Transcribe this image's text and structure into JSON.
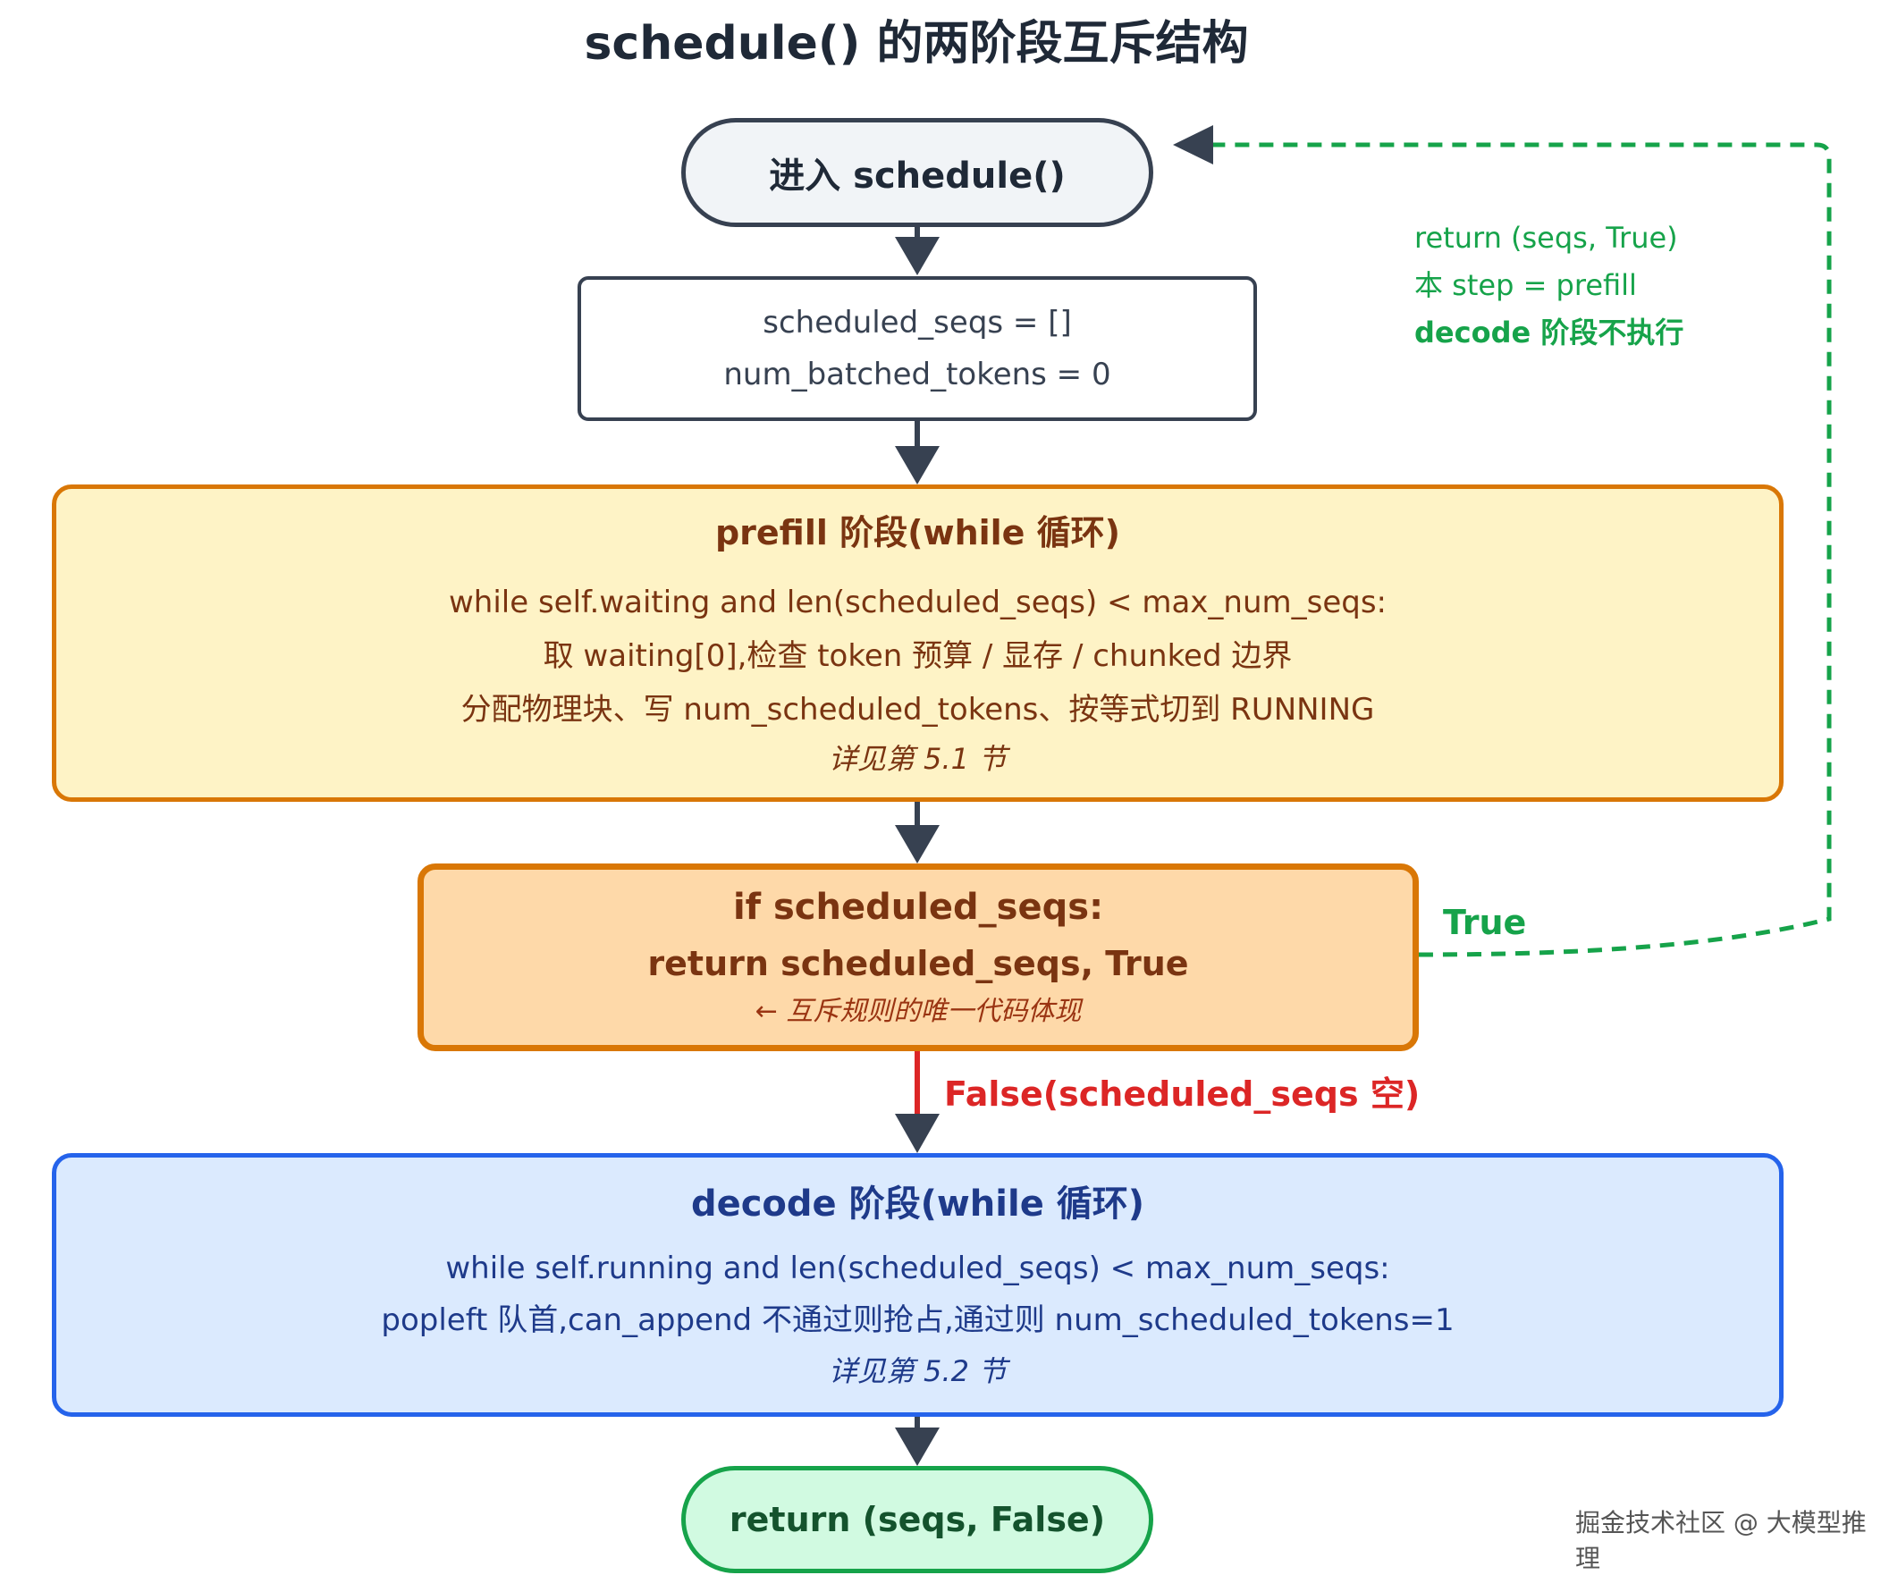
{
  "title": "schedule() 的两阶段互斥结构",
  "nodes": {
    "start": "进入 schedule()",
    "init": {
      "line1": "scheduled_seqs = []",
      "line2": "num_batched_tokens = 0"
    },
    "prefill": {
      "heading": "prefill 阶段(while 循环)",
      "line1": "while self.waiting and len(scheduled_seqs) < max_num_seqs:",
      "line2": "取 waiting[0],检查 token 预算 / 显存 / chunked 边界",
      "line3": "分配物理块、写 num_scheduled_tokens、按等式切到 RUNNING",
      "note": "详见第 5.1 节"
    },
    "check": {
      "heading": "if scheduled_seqs:",
      "line": "return scheduled_seqs, True",
      "note": "← 互斥规则的唯一代码体现"
    },
    "decode": {
      "heading": "decode 阶段(while 循环)",
      "line1": "while self.running and len(scheduled_seqs) < max_num_seqs:",
      "line2": "popleft 队首,can_append 不通过则抢占,通过则 num_scheduled_tokens=1",
      "note": "详见第 5.2 节"
    },
    "end": "return (seqs, False)"
  },
  "edges": {
    "true_label": "True",
    "false_label": "False(scheduled_seqs 空)",
    "return_note": {
      "line1": "return (seqs, True)",
      "line2": "本 step = prefill",
      "line3": "decode 阶段不执行"
    }
  },
  "watermark": "掘金技术社区 @ 大模型推理",
  "colors": {
    "dark": "#374151",
    "prefill_fill": "#fef3c6",
    "prefill_border": "#d97706",
    "check_fill": "#fed9a9",
    "decode_fill": "#dbeafe",
    "decode_border": "#2563eb",
    "end_fill": "#d1fae1",
    "green": "#16a34a",
    "red": "#dc2626"
  }
}
